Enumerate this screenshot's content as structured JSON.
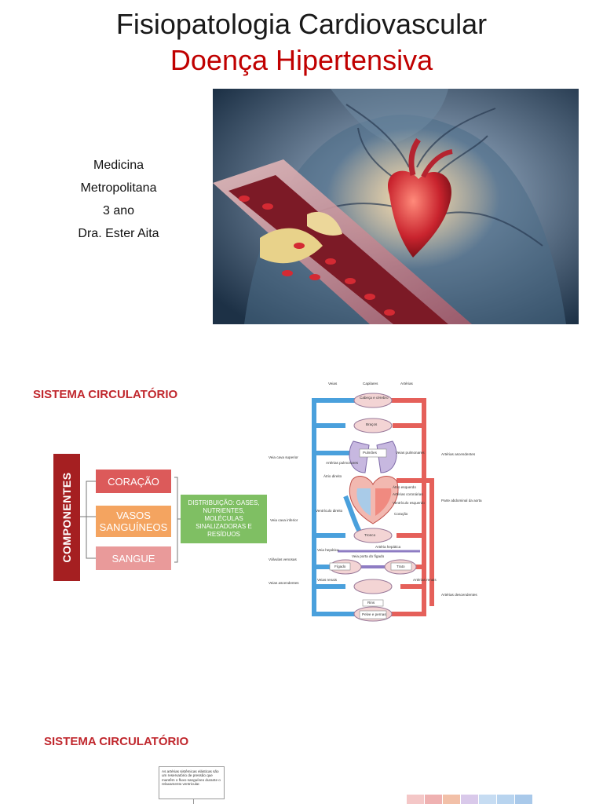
{
  "slide1": {
    "title_line1": "Fisiopatologia Cardiovascular",
    "title_line2": "Doença Hipertensiva",
    "info_lines": [
      "Medicina",
      "Metropolitana",
      "3 ano",
      "Dra. Ester Aita"
    ]
  },
  "slide2": {
    "title": "SISTEMA CIRCULATÓRIO",
    "componentes_label": "COMPONENTES",
    "boxes": [
      "CORAÇÃO",
      "VASOS SANGUÍNEOS",
      "SANGUE"
    ],
    "distribution_text": "DISTRIBUIÇÃO: GASES, NUTRIENTES, MOLÉCULAS SINALIZADORAS E RESÍDUOS",
    "diagram_labels": {
      "veias": "Veias",
      "capilares": "Capilares",
      "arterias": "Artérias",
      "cabeca": "Cabeça e cérebro",
      "bracos": "Braços",
      "pulmoes": "Pulmões",
      "veia_cava_superior": "Veia cava superior",
      "arterias_pulmonares": "Artérias pulmonares",
      "veias_pulmonares": "Veias pulmonares",
      "arterias_ascendentes": "Artérias ascendentes",
      "atrio_direito": "Átrio direito",
      "atrio_esquerdo": "Átrio esquerdo",
      "arterias_coronarias": "Artérias coronárias",
      "ventriculo_esquerdo": "Ventrículo esquerdo",
      "parte_abdominal": "Parte abdominal da aorta",
      "ventriculo_direito": "Ventrículo direito",
      "coracao": "Coração",
      "veia_cava_inferior": "Veia cava inferior",
      "tronco": "Tronco",
      "arteria_hepatica": "Artéria hepática",
      "valvulas_venosas": "Válvulas venosas",
      "veia_hepatica": "Veia hepática",
      "veia_porta": "Veia porta do fígado",
      "figado": "Fígado",
      "trato": "Trato",
      "veias_ascendentes": "Veias ascendentes",
      "veias_renais": "Veias renais",
      "arterias_renais": "Artérias renais",
      "rins": "Rins",
      "arterias_descendentes": "Artérias descendentes",
      "pelve": "Pelve e pernas"
    }
  },
  "slide3": {
    "title": "SISTEMA CIRCULATÓRIO",
    "note_text": "As artérias sistêmicas elásticas são um reservatório de pressão que mantêm o fluxo sanguíneo durante o relaxamento ventricular."
  },
  "colors": {
    "accent_red": "#c00000",
    "componentes_bg": "#a51f21",
    "coracao_bg": "#dc5a5a",
    "vasos_bg": "#f4a460",
    "sangue_bg": "#e99a9a",
    "dist_bg": "#7fbf63",
    "vein_blue": "#4aa0dc",
    "artery_red": "#e5605a"
  }
}
